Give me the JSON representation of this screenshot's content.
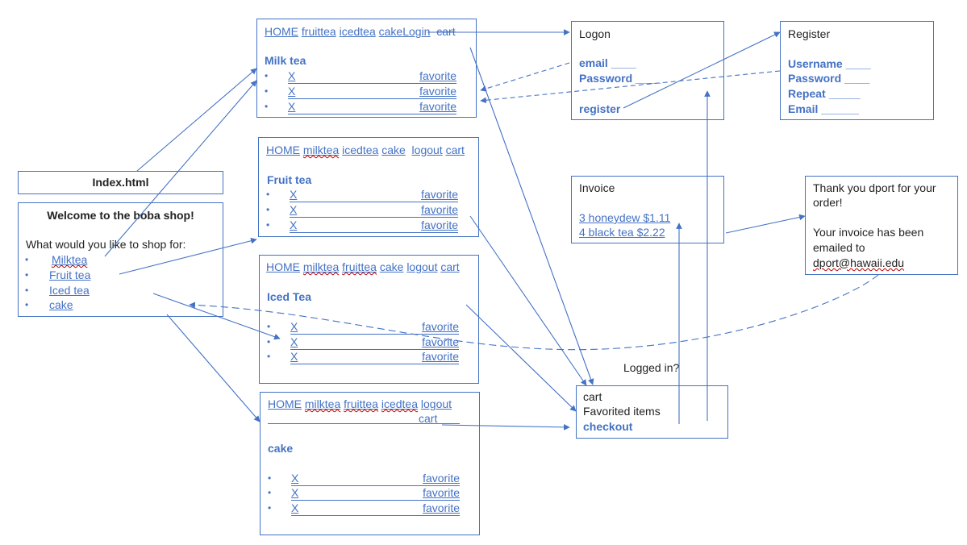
{
  "index": {
    "title": "Index.html"
  },
  "welcome": {
    "title": "Welcome to the boba shop!",
    "prompt": "What would you like to shop for:",
    "items": [
      "Milktea",
      "Fruit tea",
      "Iced tea",
      "cake"
    ]
  },
  "milk": {
    "nav": [
      "HOME",
      "fruittea",
      "icedtea",
      "cakeLogin",
      "cart"
    ],
    "heading": "Milk tea",
    "rows": [
      {
        "x": "X",
        "fav": "favorite"
      },
      {
        "x": "X",
        "fav": "favorite"
      },
      {
        "x": "X",
        "fav": "favorite"
      }
    ]
  },
  "fruit": {
    "nav": [
      "HOME",
      "milktea",
      "icedtea",
      "cake",
      "logout",
      "cart"
    ],
    "heading": "Fruit tea",
    "rows": [
      {
        "x": "X",
        "fav": "favorite"
      },
      {
        "x": "X",
        "fav": "favorite"
      },
      {
        "x": "X",
        "fav": "favorite"
      }
    ]
  },
  "iced": {
    "nav": [
      "HOME",
      "milktea",
      "fruittea",
      "cake",
      "logout",
      "cart"
    ],
    "heading": "Iced Tea",
    "rows": [
      {
        "x": "X",
        "fav": "favorite"
      },
      {
        "x": "X",
        "fav": "favorite"
      },
      {
        "x": "X",
        "fav": "favorite"
      }
    ]
  },
  "cake": {
    "nav": [
      "HOME",
      "milktea",
      "fruittea",
      "icedtea",
      "logout",
      "cart"
    ],
    "heading": "cake",
    "rows": [
      {
        "x": "X",
        "fav": "favorite"
      },
      {
        "x": "X",
        "fav": "favorite"
      },
      {
        "x": "X",
        "fav": "favorite"
      }
    ]
  },
  "logon": {
    "title": "Logon",
    "email": "email ____",
    "password": "Password ____",
    "register": "register"
  },
  "register": {
    "title": "Register",
    "username": "Username ____",
    "password": "Password ____",
    "repeat": "Repeat _____",
    "email": "Email ______"
  },
  "invoice": {
    "title": "Invoice",
    "line1": "3 honeydew $1.11",
    "line2": "4 black tea $2.22"
  },
  "thanks": {
    "line1": "Thank you dport for your",
    "line2": "order!",
    "line3": "Your invoice has been",
    "line4": "emailed to",
    "line5": "dport@hawaii.edu"
  },
  "cart": {
    "title": "cart",
    "favorites": "Favorited items",
    "checkout": "checkout"
  },
  "logged_in_label": "Logged in?",
  "colors": {
    "accent": "#4472c4"
  }
}
